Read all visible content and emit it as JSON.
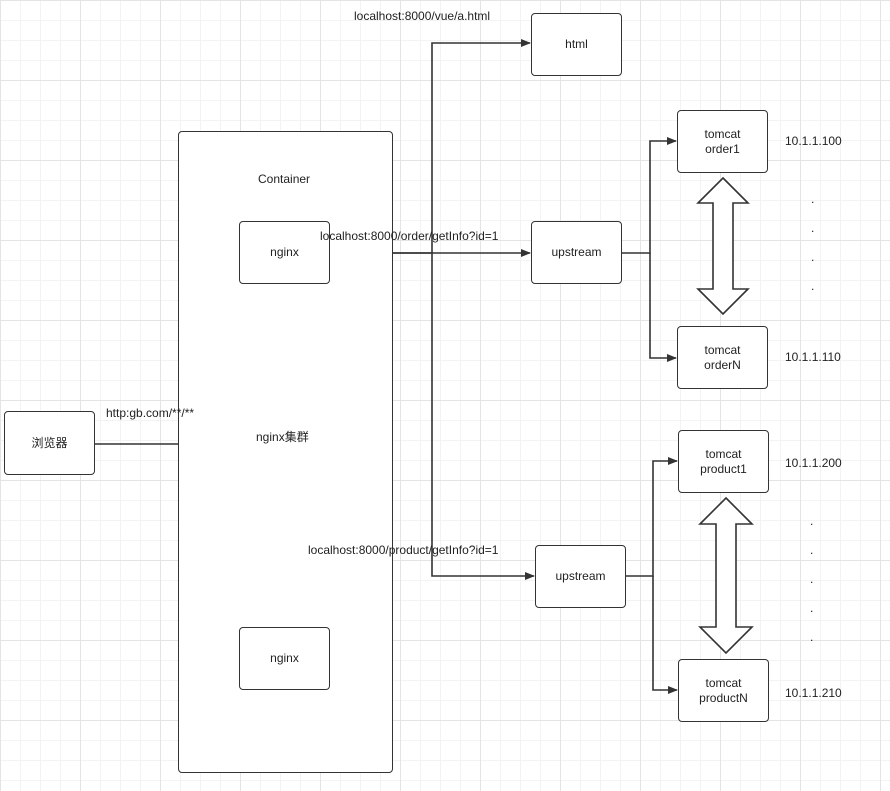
{
  "browser": {
    "label": "浏览器"
  },
  "container": {
    "title": "Container",
    "center_label": "nginx集群"
  },
  "nginx_top": {
    "label": "nginx"
  },
  "nginx_bottom": {
    "label": "nginx"
  },
  "html_node": {
    "label": "html"
  },
  "upstream_order": {
    "label": "upstream"
  },
  "upstream_product": {
    "label": "upstream"
  },
  "tomcat_order1": {
    "label": "tomcat\norder1"
  },
  "tomcat_orderN": {
    "label": "tomcat\norderN"
  },
  "tomcat_product1": {
    "label": "tomcat\nproduct1"
  },
  "tomcat_productN": {
    "label": "tomcat\nproductN"
  },
  "edge_labels": {
    "browser_to_container": "http:gb.com/**/**",
    "to_html": "localhost:8000/vue/a.html",
    "to_order": "localhost:8000/order/getInfo?id=1",
    "to_product": "localhost:8000/product/getInfo?id=1"
  },
  "ips": {
    "order1": "10.1.1.100",
    "orderN": "10.1.1.110",
    "product1": "10.1.1.200",
    "productN": "10.1.1.210"
  },
  "ellipsis": {
    "order": ".\n.\n.\n.",
    "product": ".\n.\n.\n.\n."
  }
}
